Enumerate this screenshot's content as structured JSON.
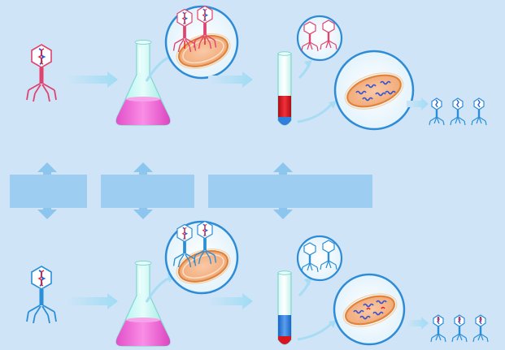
{
  "colors": {
    "background": "#cfe4f7",
    "label_box": "#9ecdf2",
    "double_arrow": "#8cc6ef",
    "flow_arrow": "#a8dcf4",
    "circle_stroke": "#2e8bd6",
    "phage_red": "#e0436e",
    "phage_blue": "#2a8fd8",
    "dna_red": "#e8202a",
    "dna_blue": "#2d5fd6",
    "flask_liquid": "#ee6fd8",
    "tube_red": "#d8141e",
    "tube_blue": "#2f7fdc",
    "bacterium_fill": "#f6b98e",
    "bacterium_edge": "#e2833c"
  },
  "experiment_rows": [
    {
      "row": "top",
      "phage_label_color": "red",
      "progeny_dna_color": "blue",
      "tube_layer": "red-sediment"
    },
    {
      "row": "bottom",
      "phage_label_color": "blue",
      "progeny_dna_color": "blue-red",
      "tube_layer": "blue-supernatant"
    }
  ],
  "label_boxes": [
    {
      "id": "step-1",
      "text": ""
    },
    {
      "id": "step-2",
      "text": ""
    },
    {
      "id": "step-3",
      "text": ""
    }
  ],
  "icons": {
    "phage": "bacteriophage-icon",
    "flask": "conical-flask-icon",
    "tube": "centrifuge-tube-icon",
    "bacterium": "bacterium-icon",
    "magnifier": "zoom-circle-icon"
  }
}
